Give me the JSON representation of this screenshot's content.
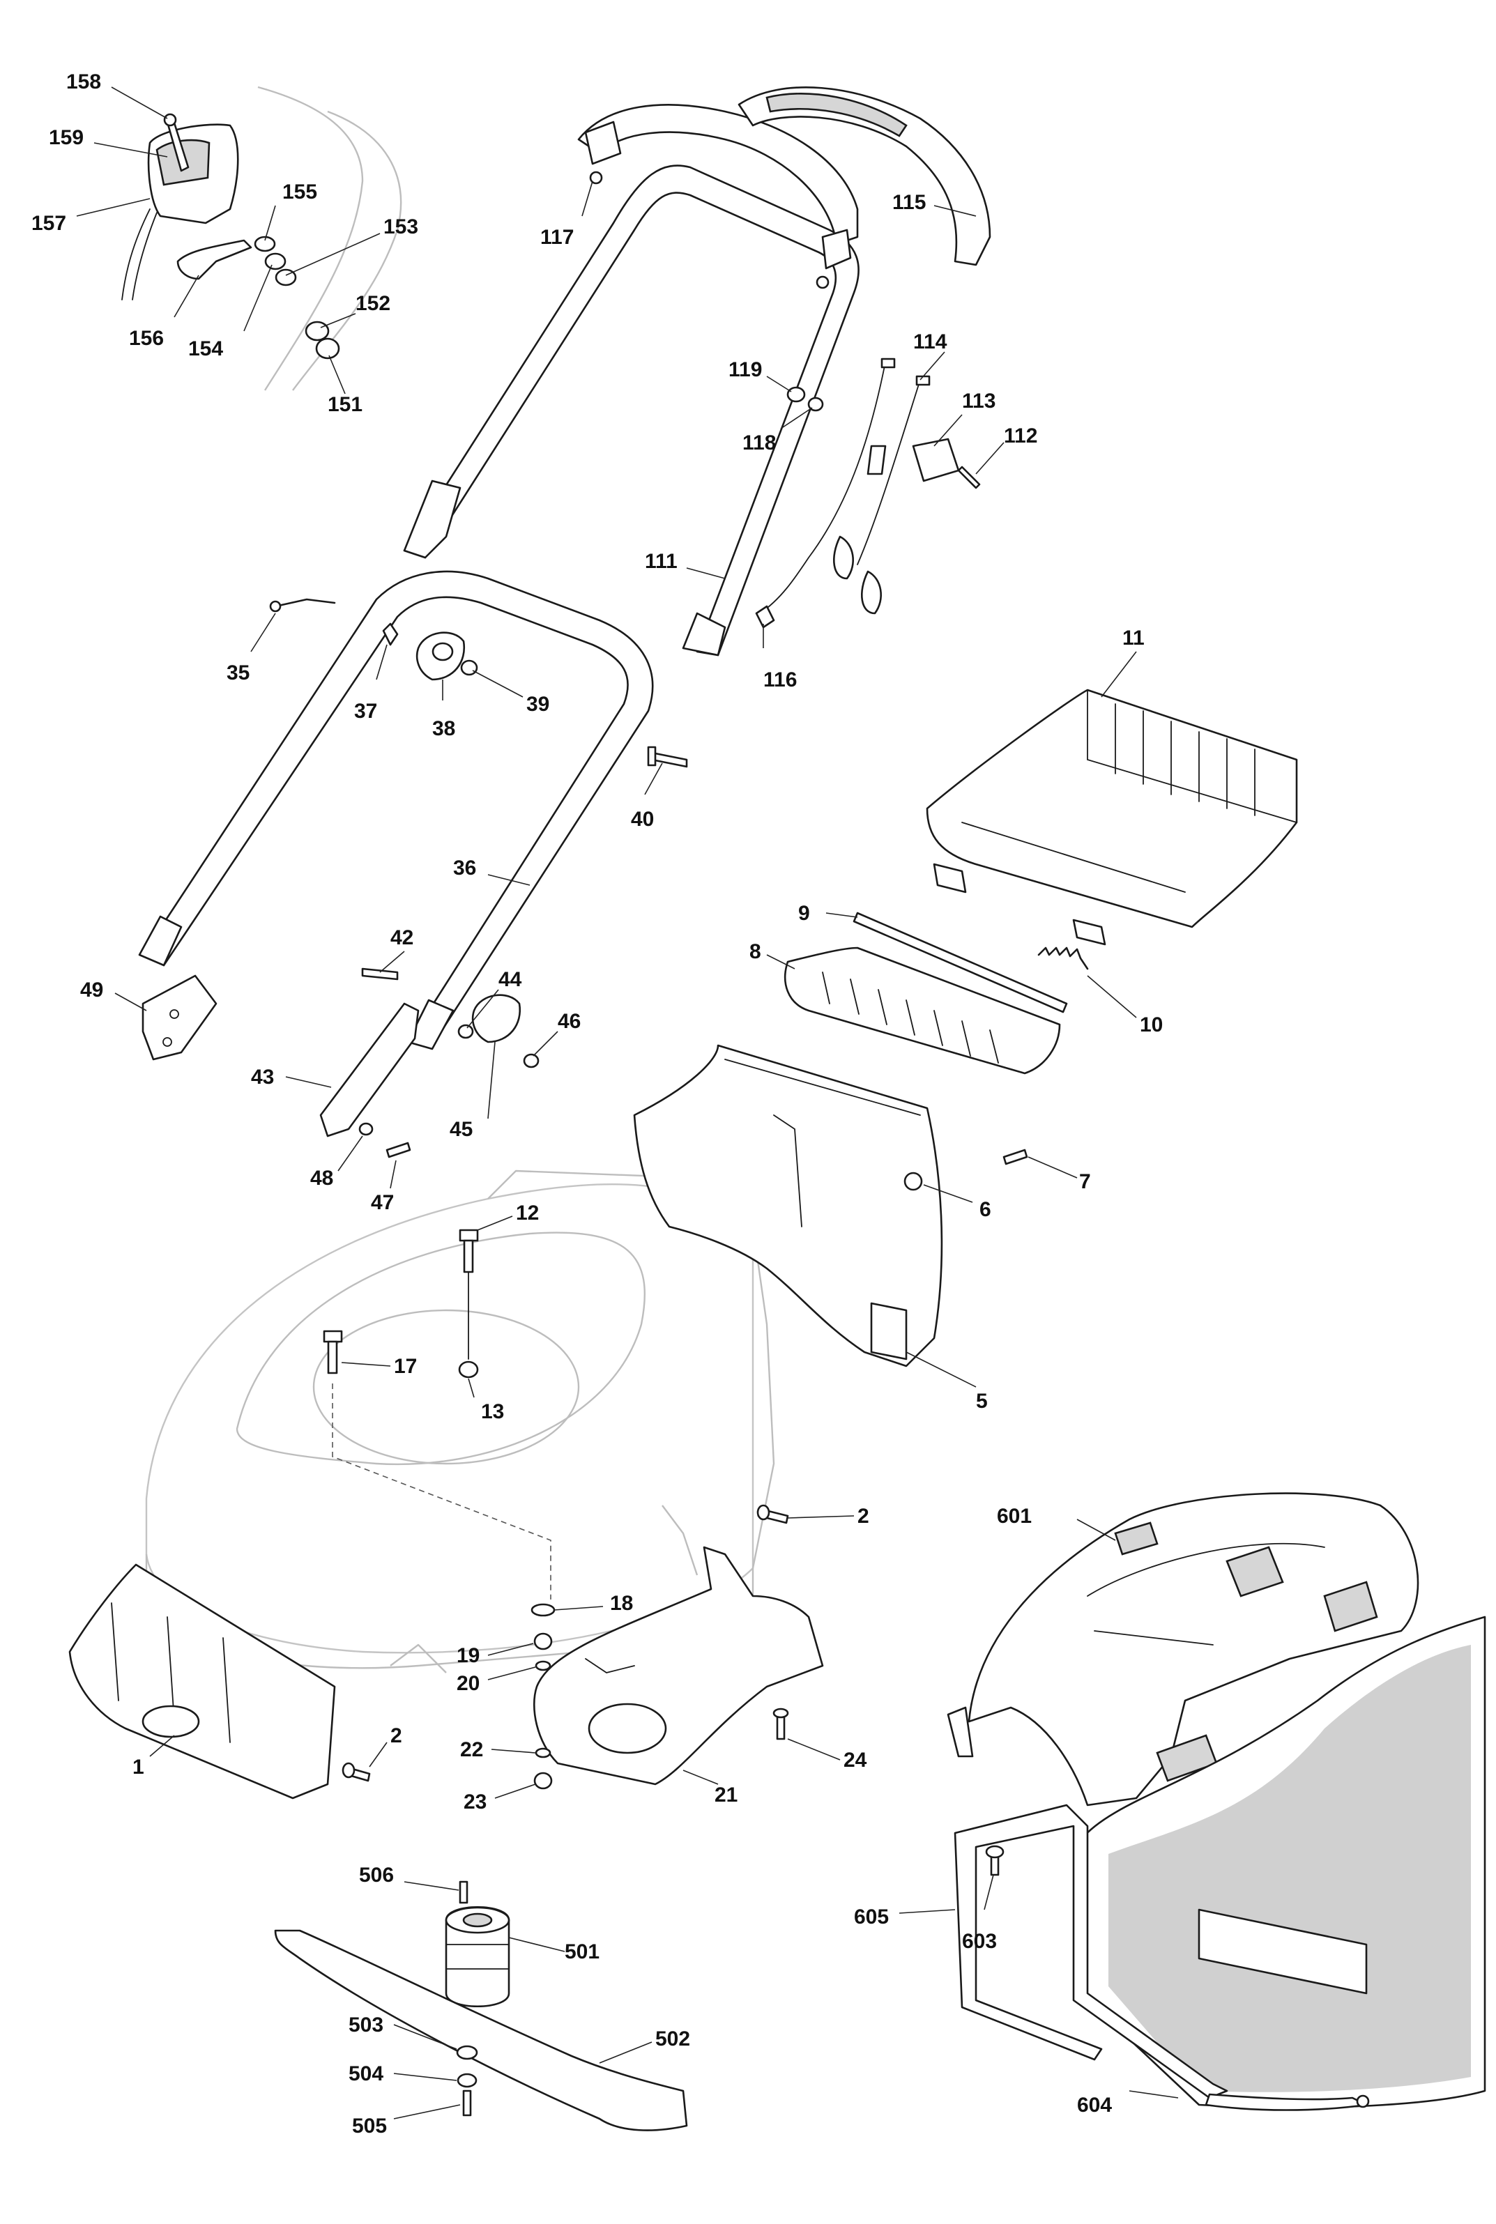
{
  "callouts": {
    "c158": "158",
    "c159": "159",
    "c157": "157",
    "c155": "155",
    "c153": "153",
    "c156": "156",
    "c154": "154",
    "c152": "152",
    "c151": "151",
    "c117": "117",
    "c115": "115",
    "c114": "114",
    "c119": "119",
    "c118": "118",
    "c113": "113",
    "c112": "112",
    "c111": "111",
    "c116": "116",
    "c35": "35",
    "c37": "37",
    "c38": "38",
    "c39": "39",
    "c40": "40",
    "c11": "11",
    "c9": "9",
    "c8": "8",
    "c10": "10",
    "c36": "36",
    "c42": "42",
    "c44": "44",
    "c46": "46",
    "c49": "49",
    "c43": "43",
    "c45": "45",
    "c48": "48",
    "c47": "47",
    "c7": "7",
    "c6": "6",
    "c12": "12",
    "c17": "17",
    "c13": "13",
    "c5": "5",
    "c2a": "2",
    "c601": "601",
    "c18": "18",
    "c19": "19",
    "c20": "20",
    "c1": "1",
    "c2b": "2",
    "c22": "22",
    "c24": "24",
    "c21": "21",
    "c23": "23",
    "c506": "506",
    "c501": "501",
    "c605": "605",
    "c603": "603",
    "c503": "503",
    "c502": "502",
    "c504": "504",
    "c505": "505",
    "c604": "604"
  }
}
